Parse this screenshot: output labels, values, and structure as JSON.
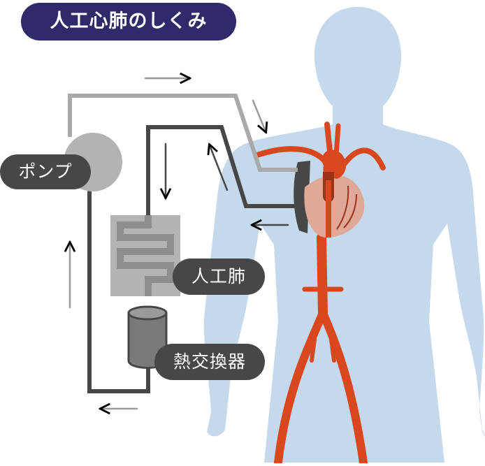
{
  "title": "人工心肺のしくみ",
  "labels": {
    "pump": "ポンプ",
    "artificial_lung": "人工肺",
    "heat_exchanger": "熱交換器"
  },
  "colors": {
    "title_bg": "#2f2a69",
    "label_bg": "#474747",
    "body": "#c5d9ec",
    "artery": "#d9471f",
    "heart": "#e0a896",
    "tube_light": "#a9a9a9",
    "tube_dark": "#474747",
    "device_gray": "#b3b3b3"
  }
}
